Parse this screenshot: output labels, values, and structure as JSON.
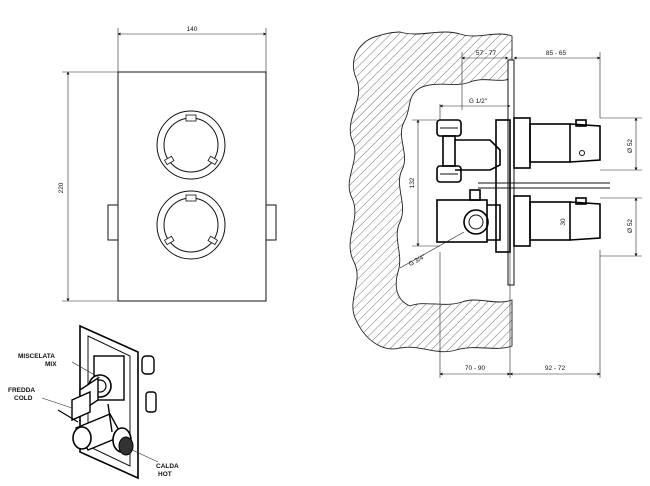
{
  "front_view": {
    "width_label": "140",
    "height_label": "220"
  },
  "section_view": {
    "dims": {
      "top_left": "57 - 77",
      "top_right": "85 - 65",
      "pipe_top": "G 1/2\"",
      "vertical": "132",
      "pipe_bottom": "G 3/4\"",
      "dia_top": "Ø 52",
      "dia_bottom": "Ø 52",
      "knob_number": "30",
      "bottom_left": "70 - 90",
      "bottom_right": "92 - 72"
    }
  },
  "iso_view": {
    "labels": {
      "mix_it": "MISCELATA",
      "mix_en": "MIX",
      "cold_it": "FREDDA",
      "cold_en": "COLD",
      "hot_it": "CALDA",
      "hot_en": "HOT"
    }
  }
}
